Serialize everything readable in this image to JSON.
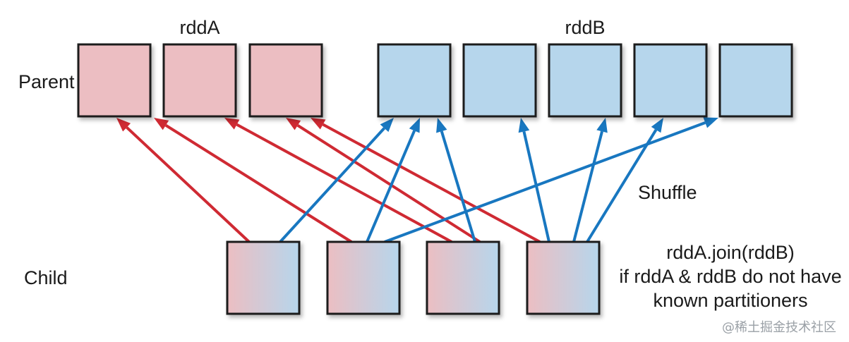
{
  "labels": {
    "rdd_a": "rddA",
    "rdd_b": "rddB",
    "parent": "Parent",
    "child": "Child",
    "shuffle": "Shuffle"
  },
  "note_lines": [
    "rddA.join(rddB)",
    "if rddA & rddB do not have",
    "known partitioners"
  ],
  "watermark": "@稀土掘金技术社区",
  "colors": {
    "rdd_a_fill": "#ecbec2",
    "rdd_b_fill": "#b6d6ec",
    "rdd_a_arrow": "#cf2a33",
    "rdd_b_arrow": "#1877c0",
    "box_border": "#1a1a1a",
    "text": "#1a1a1a"
  }
}
